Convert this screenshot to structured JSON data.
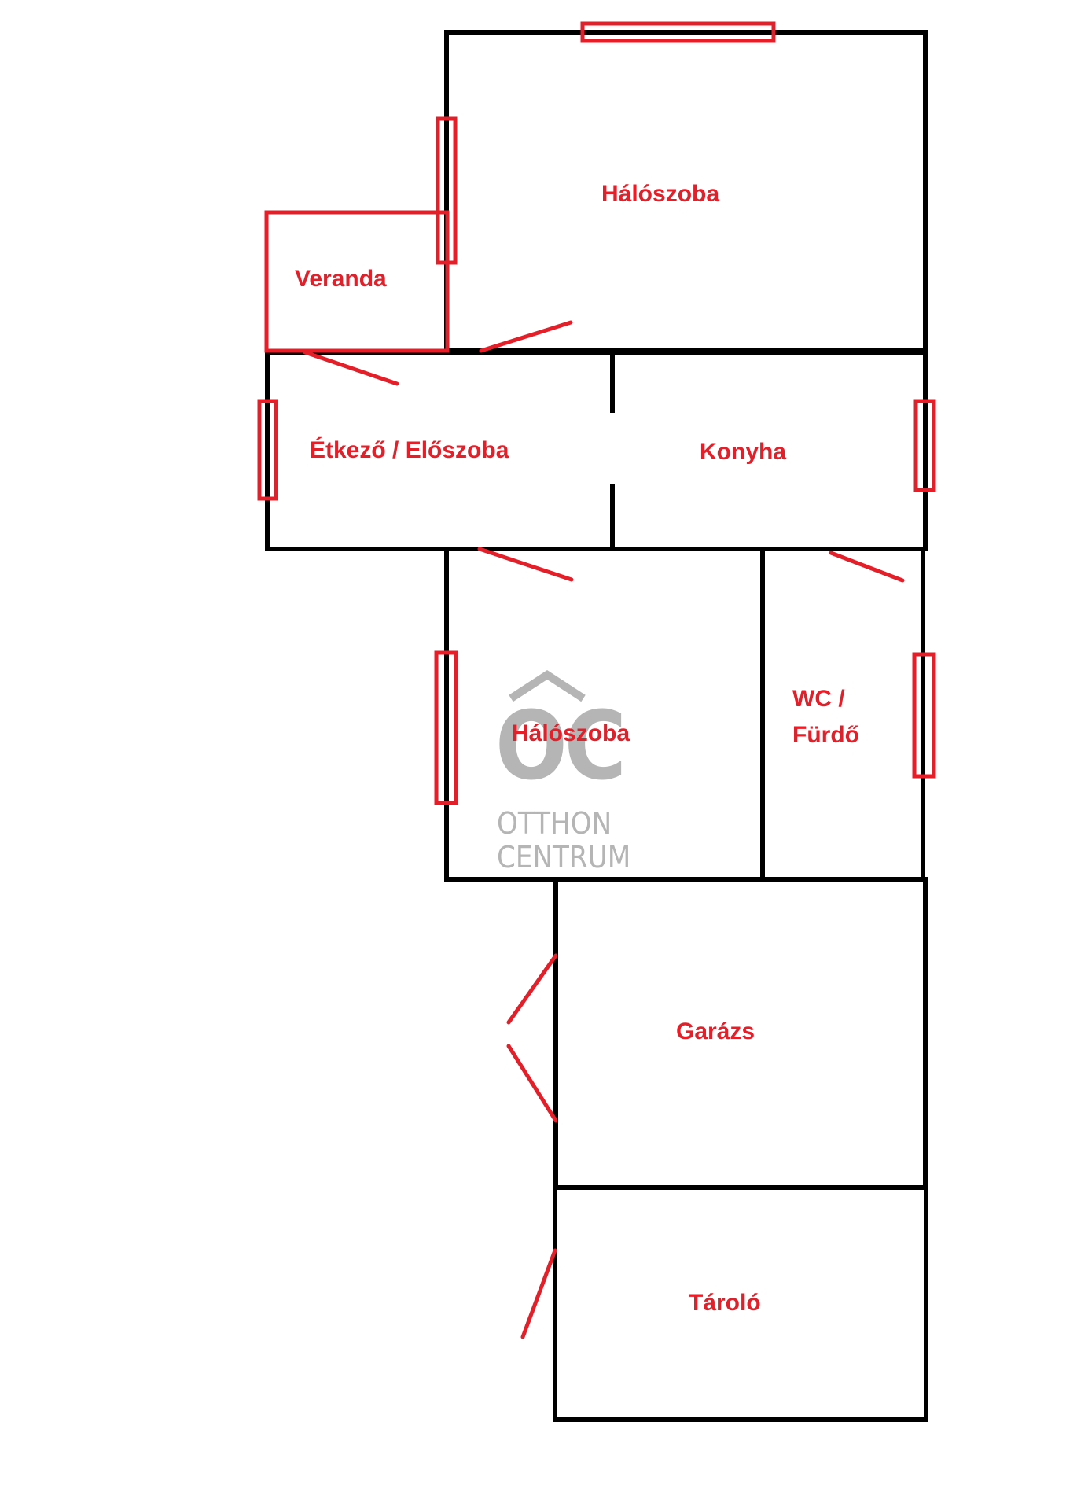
{
  "floorplan": {
    "rooms": [
      {
        "id": "bedroom-1",
        "label": "Hálószoba"
      },
      {
        "id": "veranda",
        "label": "Veranda"
      },
      {
        "id": "dining-hall",
        "label": "Étkező / Előszoba"
      },
      {
        "id": "kitchen",
        "label": "Konyha"
      },
      {
        "id": "bedroom-2",
        "label": "Hálószoba"
      },
      {
        "id": "bathroom",
        "label_line1": "WC /",
        "label_line2": "Fürdő"
      },
      {
        "id": "garage",
        "label": "Garázs"
      },
      {
        "id": "storage",
        "label": "Tároló"
      }
    ],
    "colors": {
      "wall": "#000000",
      "annotation": "#e3202a",
      "watermark": "#b5b5b5"
    }
  },
  "watermark": {
    "logo_letters": "OC",
    "line1": "OTTHON",
    "line2": "CENTRUM"
  }
}
